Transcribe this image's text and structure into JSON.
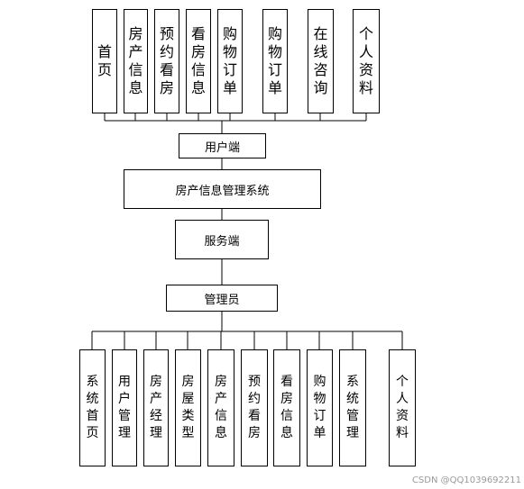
{
  "diagram": {
    "top_modules": [
      "首页",
      "房产信息",
      "预约看房",
      "看房信息",
      "购物订单",
      "购物订单",
      "在线咨询",
      "个人资料"
    ],
    "user_side": "用户端",
    "system": "房产信息管理系统",
    "server_side": "服务端",
    "admin": "管理员",
    "bottom_modules": [
      "系统首页",
      "用户管理",
      "房产经理",
      "房屋类型",
      "房产信息",
      "预约看房",
      "看房信息",
      "购物订单",
      "系统管理",
      "个人资料"
    ]
  },
  "watermark": "CSDN @QQ1039692211"
}
